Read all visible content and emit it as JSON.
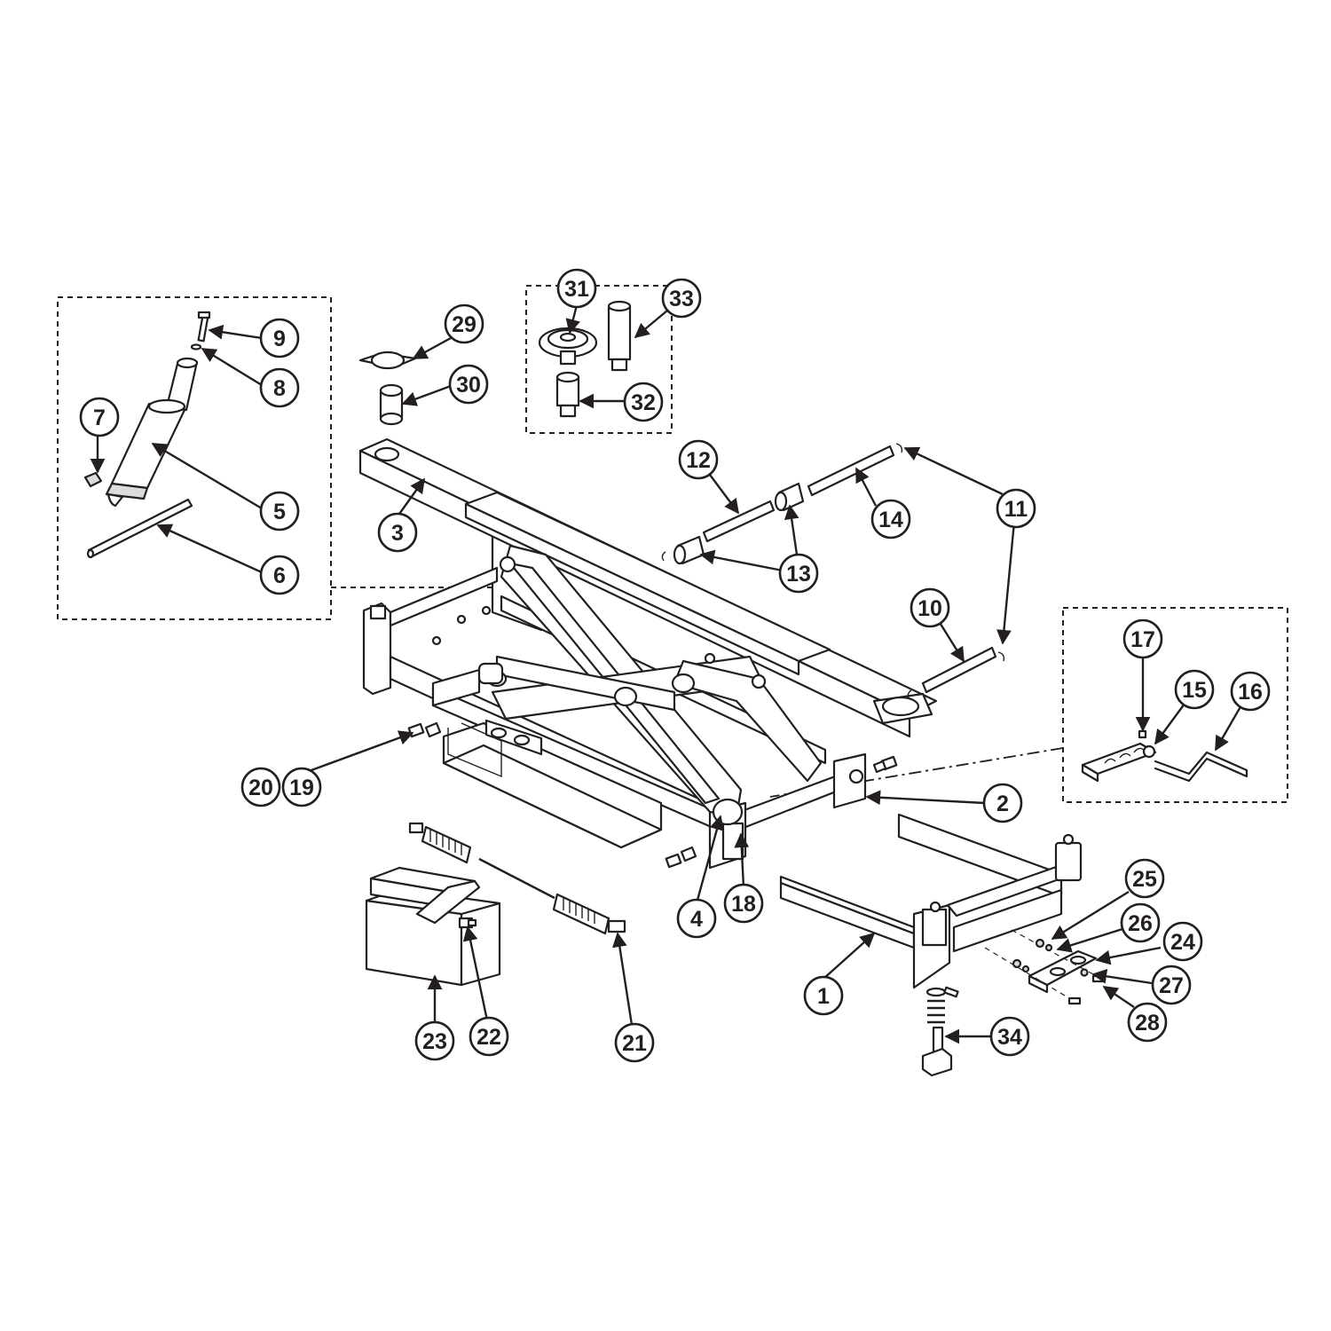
{
  "diagram": {
    "type": "exploded-parts-view",
    "colors": {
      "line": "#231f20",
      "background": "#ffffff",
      "shade": "#dcdcdc"
    },
    "callouts": [
      "1",
      "2",
      "3",
      "4",
      "5",
      "6",
      "7",
      "8",
      "9",
      "10",
      "11",
      "12",
      "13",
      "14",
      "15",
      "16",
      "17",
      "18",
      "19",
      "20",
      "21",
      "22",
      "23",
      "24",
      "25",
      "26",
      "27",
      "28",
      "29",
      "30",
      "31",
      "32",
      "33",
      "34"
    ]
  }
}
